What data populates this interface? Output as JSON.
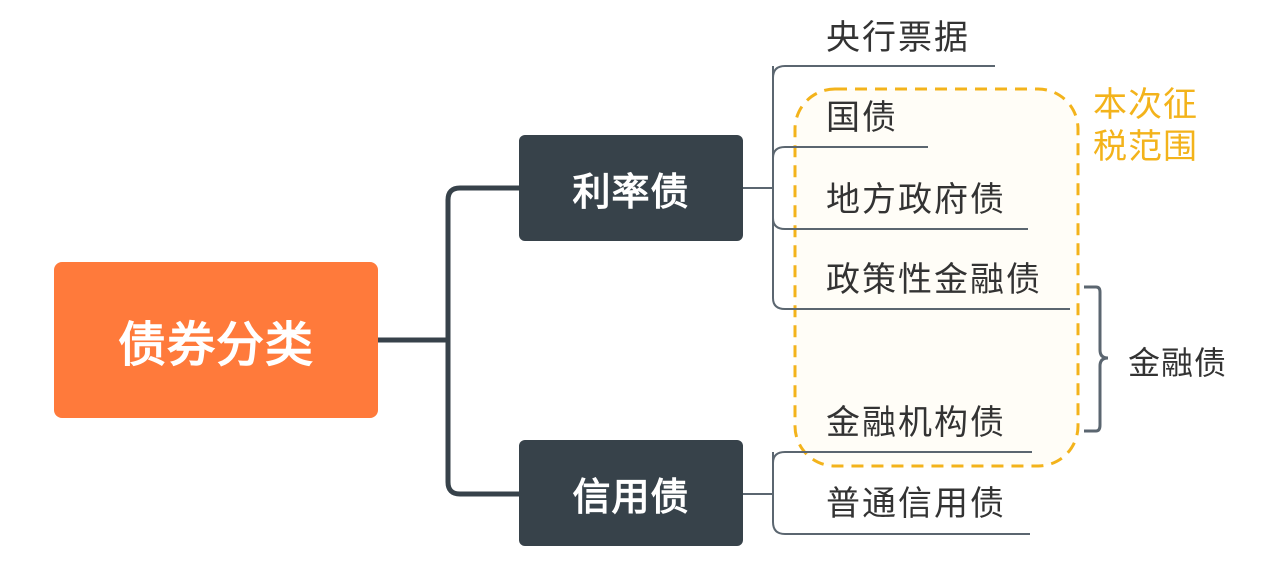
{
  "root": {
    "label": "债券分类"
  },
  "branches": [
    {
      "label": "利率债"
    },
    {
      "label": "信用债"
    }
  ],
  "leaves": {
    "central_bank_bills": "央行票据",
    "treasury_bonds": "国债",
    "local_gov_bonds": "地方政府债",
    "policy_financial_bonds": "政策性金融债",
    "financial_institution_bonds": "金融机构债",
    "ordinary_credit_bonds": "普通信用债"
  },
  "annotations": {
    "tax_scope": {
      "line1": "本次征",
      "line2": "税范围",
      "color": "#F3B31B"
    },
    "brace_label": "金融债"
  },
  "colors": {
    "root": "#FF7A3B",
    "branch": "#37424A",
    "connector": "#37424A",
    "leaf_line": "#5B6670",
    "dashed_region": "#F3B31B",
    "dashed_fill": "#FFFDF7"
  }
}
